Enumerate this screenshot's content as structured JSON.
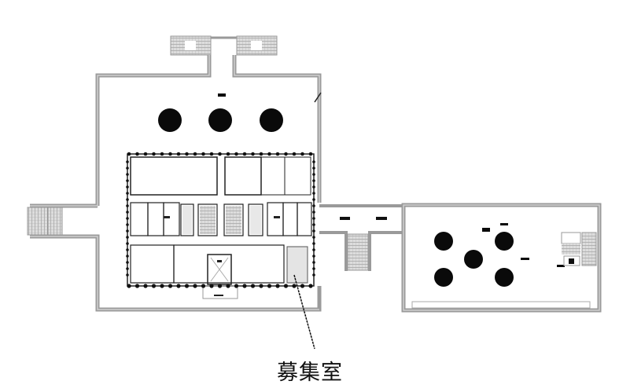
{
  "diagram": {
    "type": "floor-plan",
    "label": "募集室",
    "highlighted_room": "募集室",
    "colors": {
      "wall": "#9a9a9a",
      "wall_inner": "#c8c8c8",
      "column": "#111111",
      "highlight_fill": "#e6e6e6",
      "text": "#111111"
    },
    "main_hall_pillars": 3,
    "annex_pillars": 5
  }
}
